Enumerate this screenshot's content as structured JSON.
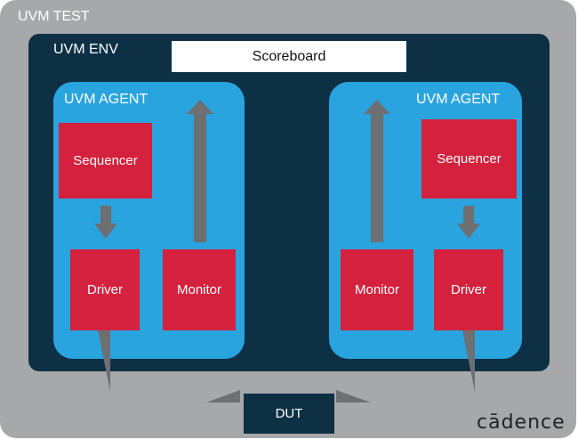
{
  "test_label": "UVM TEST",
  "env_label": "UVM ENV",
  "scoreboard": "Scoreboard",
  "agent_left": {
    "label": "UVM AGENT",
    "sequencer": "Sequencer",
    "driver": "Driver",
    "monitor": "Monitor"
  },
  "agent_right": {
    "label": "UVM AGENT",
    "sequencer": "Sequencer",
    "driver": "Driver",
    "monitor": "Monitor"
  },
  "dut": "DUT",
  "brand": "cādence",
  "colors": {
    "test_bg": "#a7a8aa",
    "env_bg": "#0d3045",
    "agent_bg": "#29a4df",
    "component": "#d4213d",
    "arrow": "#6e6f71"
  }
}
